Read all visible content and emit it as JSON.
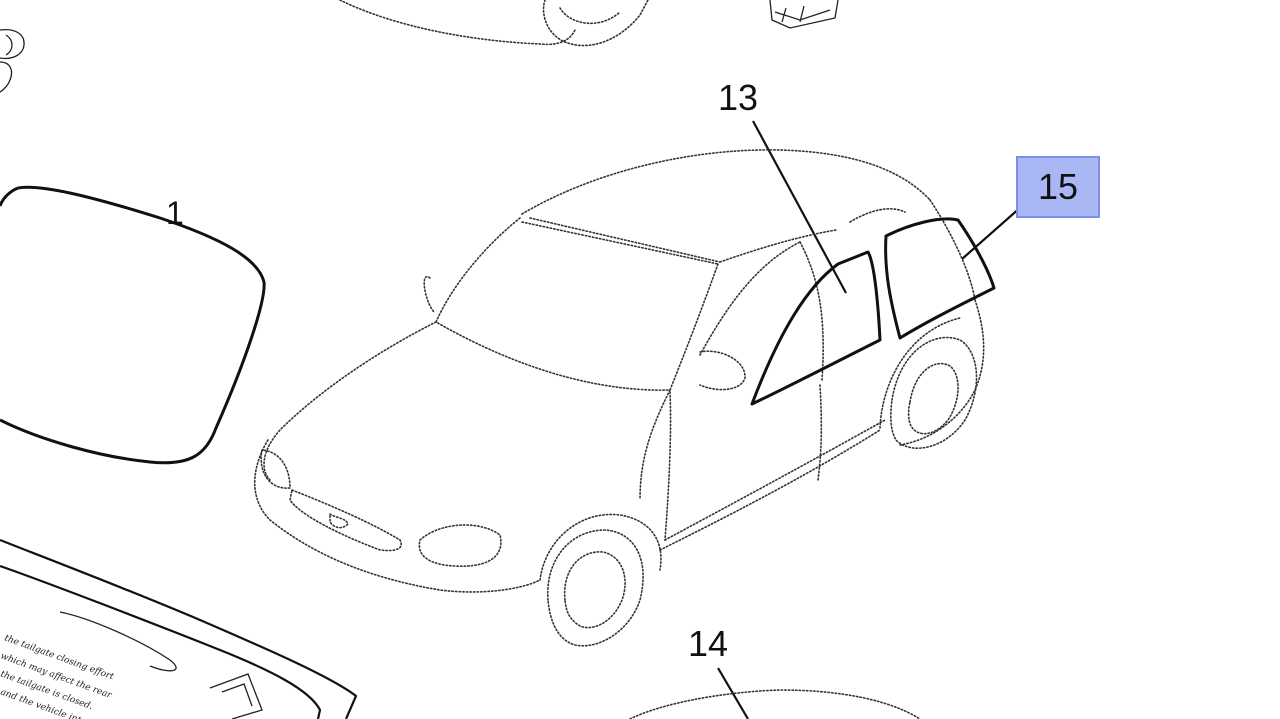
{
  "callouts": {
    "part_1": "1",
    "part_13": "13",
    "part_14": "14",
    "part_15": "15"
  },
  "highlight_color": "#a9b8f4",
  "highlight_border": "#7d8fe6"
}
